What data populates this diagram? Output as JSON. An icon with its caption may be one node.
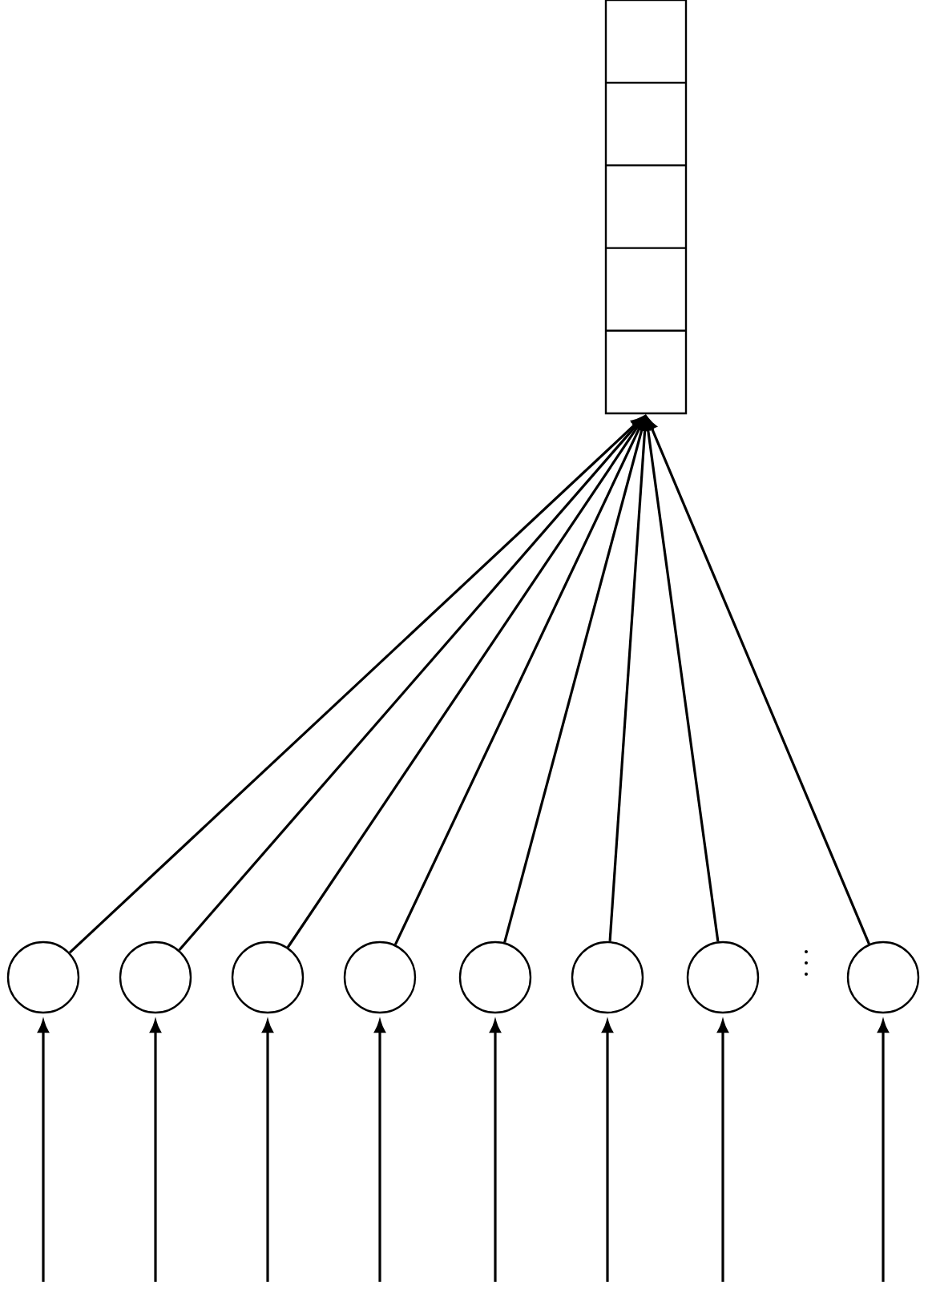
{
  "diagram": {
    "nodes": [
      {
        "text": [],
        "shape": "box"
      },
      {
        "text": [],
        "shape": "circle"
      },
      {
        "text": [],
        "shape": "circle"
      },
      {
        "text": [],
        "shape": "circle"
      },
      {
        "text": [],
        "shape": "circle"
      },
      {
        "text": [],
        "shape": "circle"
      },
      {
        "text": [],
        "shape": "circle"
      },
      {
        "text": [],
        "shape": "circle"
      },
      {
        "text": [],
        "shape": "circle"
      }
    ],
    "edges": [
      {
        "from": 1,
        "to": 0,
        "arrow": "to"
      },
      {
        "from": 2,
        "to": 0,
        "arrow": "to"
      },
      {
        "from": 3,
        "to": 0,
        "arrow": "to"
      },
      {
        "from": 4,
        "to": 0,
        "arrow": "to"
      },
      {
        "from": 5,
        "to": 0,
        "arrow": "to"
      },
      {
        "from": 6,
        "to": 0,
        "arrow": "to"
      },
      {
        "from": 7,
        "to": 0,
        "arrow": "to"
      },
      {
        "from": 8,
        "to": 0,
        "arrow": "to"
      },
      {
        "from": null,
        "to": 1,
        "arrow": "to"
      },
      {
        "from": null,
        "to": 2,
        "arrow": "to"
      },
      {
        "from": null,
        "to": 3,
        "arrow": "to"
      },
      {
        "from": null,
        "to": 4,
        "arrow": "to"
      },
      {
        "from": null,
        "to": 5,
        "arrow": "to"
      },
      {
        "from": null,
        "to": 6,
        "arrow": "to"
      },
      {
        "from": null,
        "to": 7,
        "arrow": "to"
      },
      {
        "from": null,
        "to": 8,
        "arrow": "to"
      }
    ]
  }
}
